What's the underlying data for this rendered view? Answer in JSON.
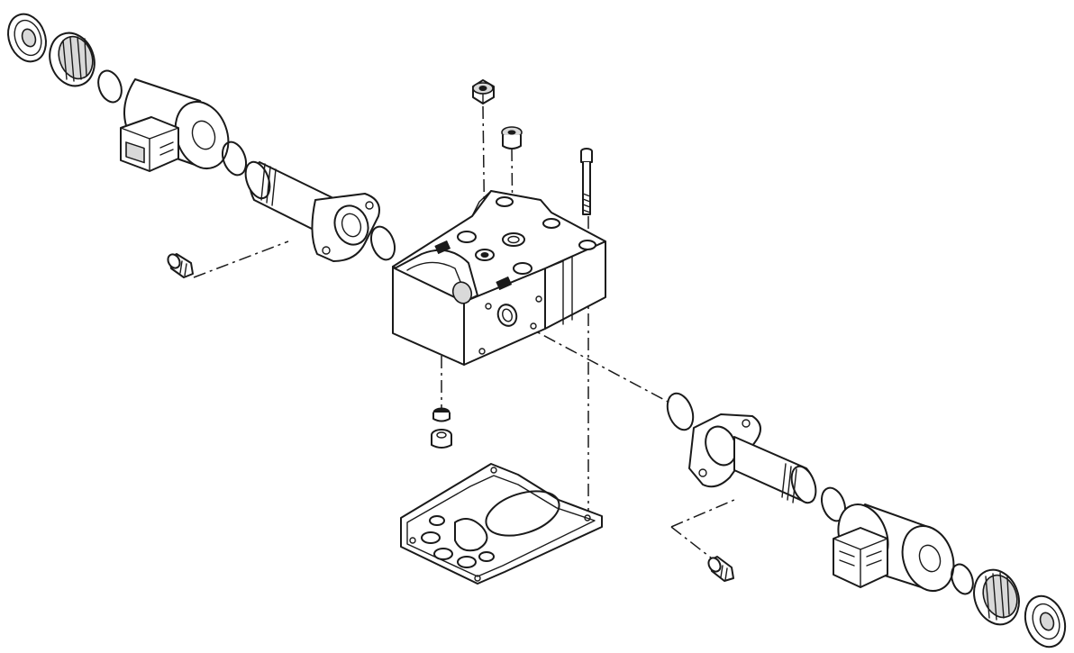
{
  "diagram": {
    "type": "exploded-view",
    "parts": [
      {
        "id": "end-cap",
        "count": 2
      },
      {
        "id": "knurled-nut",
        "count": 2
      },
      {
        "id": "o-ring",
        "count": 6
      },
      {
        "id": "solenoid-coil",
        "count": 2
      },
      {
        "id": "armature-tube",
        "count": 2
      },
      {
        "id": "socket-screw",
        "count": 2
      },
      {
        "id": "valve-block",
        "count": 1
      },
      {
        "id": "hex-plug",
        "count": 1
      },
      {
        "id": "port-plug",
        "count": 1
      },
      {
        "id": "long-bolt",
        "count": 1
      },
      {
        "id": "small-insert",
        "count": 2
      },
      {
        "id": "base-gasket",
        "count": 1
      }
    ],
    "colors": {
      "line": "#1a1a1a",
      "background": "#ffffff",
      "shade": "#d9d9d9"
    }
  }
}
